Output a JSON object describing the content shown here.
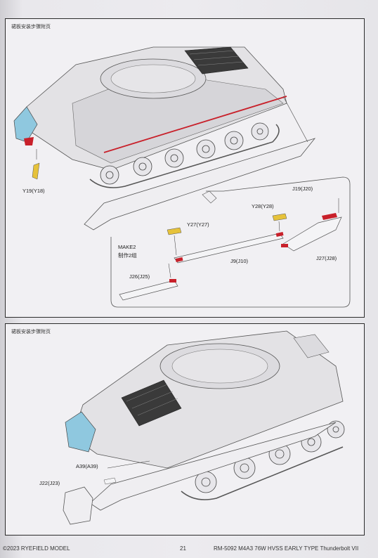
{
  "top_panel": {
    "title": "裙板安装步骤附页",
    "labels": {
      "y19": "Y19(Y18)",
      "y27": "Y27(Y27)",
      "y28": "Y28(Y28)",
      "j19": "J19(J20)",
      "j9": "J9(J10)",
      "j27": "J27(J28)",
      "j26": "J26(J25)",
      "make2_en": "MAKE2",
      "make2_cn": "制作2组"
    }
  },
  "bottom_panel": {
    "title": "裙板安装步骤附页",
    "labels": {
      "a39": "A39(A39)",
      "j22": "J22(J23)"
    }
  },
  "footer": {
    "copyright": "©2023 RYEFIELD MODEL",
    "page_number": "21",
    "product": "RM-5092 M4A3 76W HVSS EARLY TYPE Thunderbolt VII"
  },
  "colors": {
    "highlight_red": "#c8202a",
    "highlight_yellow": "#e6c23a",
    "highlight_blue": "#8fc8df"
  }
}
